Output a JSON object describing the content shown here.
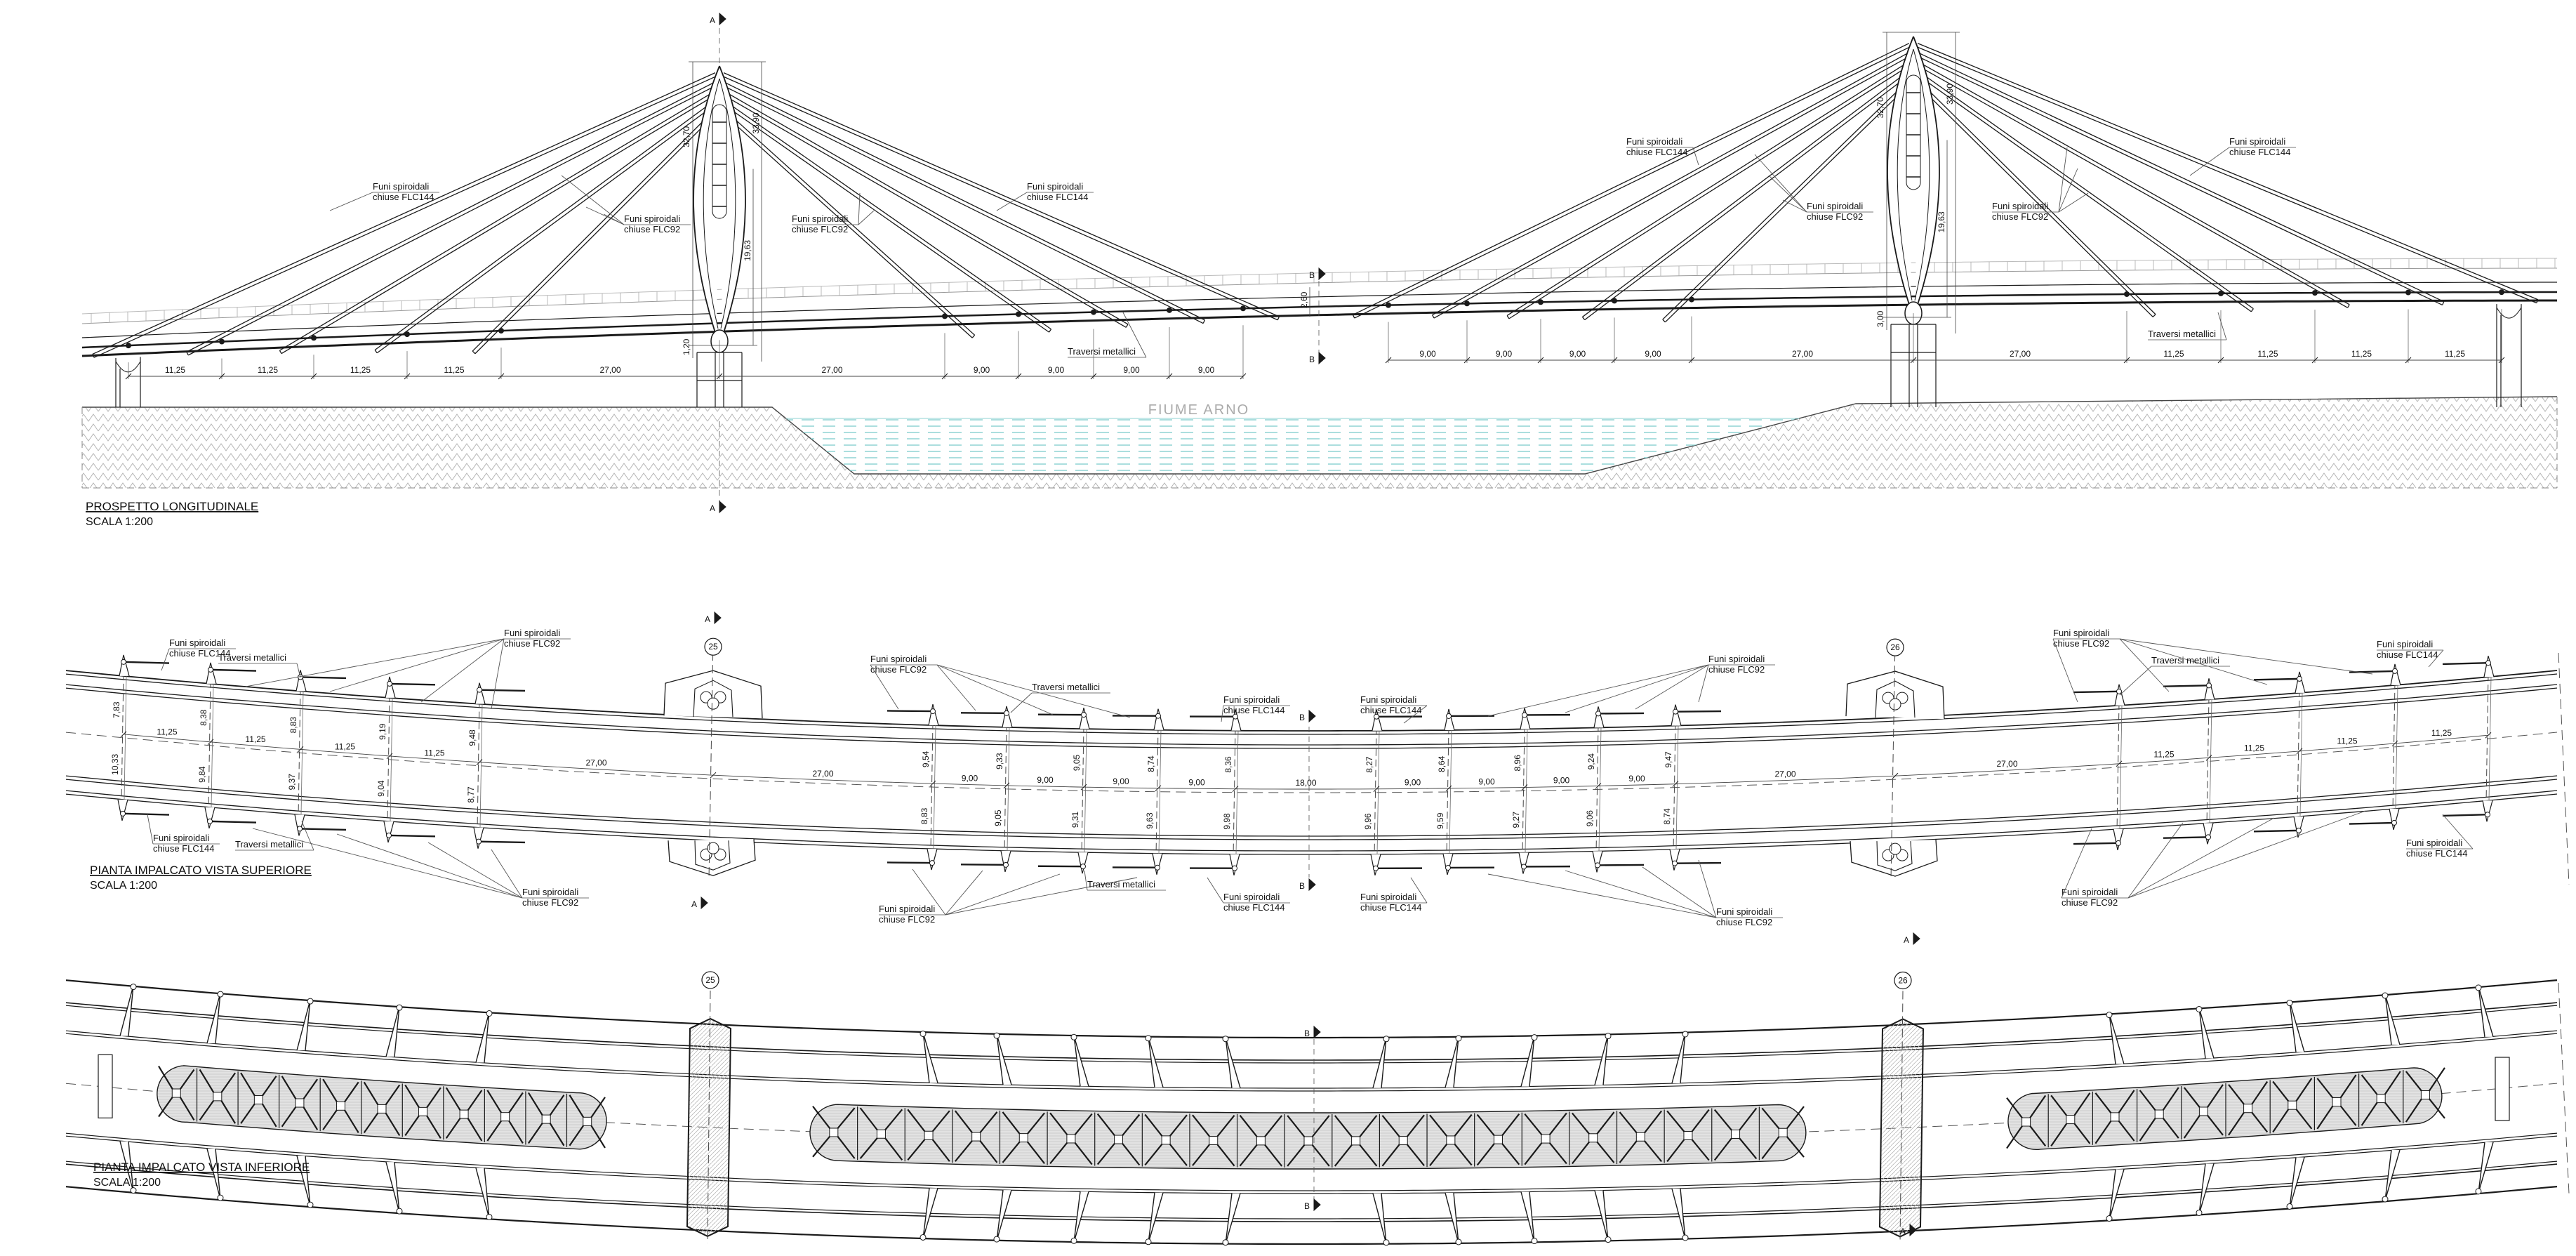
{
  "callouts": {
    "cable_line1": "Funi spiroidali",
    "flc144_line2": "chiuse FLC144",
    "flc92_line2": "chiuse FLC92",
    "traversi": "Traversi metallici"
  },
  "elevation": {
    "title": "PROSPETTO LONGITUDINALE",
    "scale": "SCALA 1:200",
    "river": "FIUME ARNO",
    "dims_left": [
      "11,25",
      "11,25",
      "11,25",
      "11,25",
      "27,00",
      "27,00",
      "9,00",
      "9,00",
      "9,00",
      "9,00"
    ],
    "dims_right": [
      "9,00",
      "9,00",
      "9,00",
      "9,00",
      "27,00",
      "27,00",
      "11,25",
      "11,25",
      "11,25",
      "11,25"
    ],
    "tower_left_dims": [
      "32,70",
      "33,90",
      "19,63",
      "1,20"
    ],
    "tower_right_dims": [
      "32,70",
      "33,90",
      "19,63",
      "3,00"
    ],
    "deck_depth": "2,60",
    "section_a": "A",
    "section_b": "B"
  },
  "plan_top": {
    "title": "PIANTA IMPALCATO VISTA SUPERIORE",
    "scale": "SCALA 1:200",
    "pier_left": "25",
    "pier_right": "26",
    "axis_dims": [
      "11,25",
      "11,25",
      "11,25",
      "11,25",
      "27,00",
      "27,00",
      "9,00",
      "9,00",
      "9,00",
      "9,00",
      "18,00",
      "9,00",
      "9,00",
      "9,00",
      "9,00",
      "27,00",
      "27,00",
      "11,25",
      "11,25",
      "11,25",
      "11,25"
    ],
    "widths_top": [
      "7,83",
      "8,38",
      "8,83",
      "9,19",
      "9,48",
      "9,54",
      "9,33",
      "9,05",
      "8,74",
      "8,36",
      "8,27",
      "8,64",
      "8,96",
      "9,24",
      "9,47"
    ],
    "widths_bottom": [
      "10,33",
      "9,84",
      "9,37",
      "9,04",
      "8,77",
      "8,83",
      "9,05",
      "9,31",
      "9,63",
      "9,98",
      "9,96",
      "9,59",
      "9,27",
      "9,06",
      "8,74"
    ]
  },
  "plan_bottom": {
    "title": "PIANTA IMPALCATO VISTA INFERIORE",
    "scale": "SCALA 1:200",
    "pier_left": "25",
    "pier_right": "26"
  },
  "colors": {
    "line": "#1a1a1a",
    "water": "#8fd3d3",
    "hatch": "#9a9a9a",
    "panel": "#d4d4d4"
  }
}
